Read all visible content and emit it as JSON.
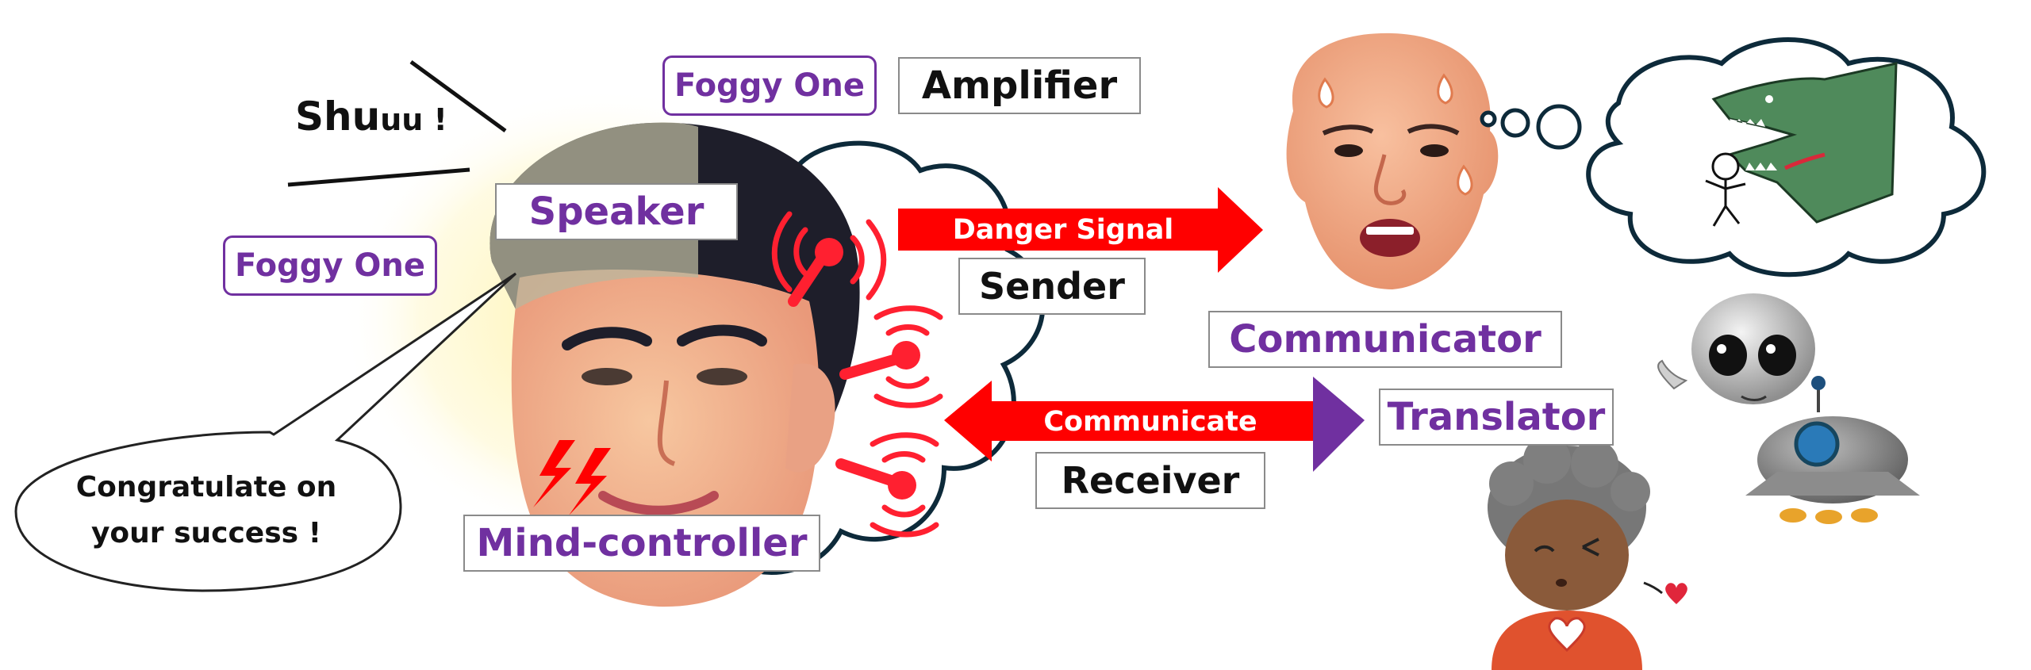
{
  "labels": {
    "foggy_one_top": "Foggy One",
    "amplifier": "Amplifier",
    "foggy_one_left": "Foggy One",
    "speaker": "Speaker",
    "mind_controller": "Mind-controller",
    "sender": "Sender",
    "receiver": "Receiver",
    "communicator": "Communicator",
    "translator": "Translator"
  },
  "arrows": {
    "danger_signal": "Danger Signal",
    "communicate": "Communicate"
  },
  "sound_effect": {
    "main": "Shu",
    "tail": "uu !"
  },
  "speech_bubble": {
    "line1": "Congratulate on",
    "line2": "your success !"
  },
  "colors": {
    "purple": "#7030a0",
    "red": "#ff0000",
    "cloud_outline": "#0d2a3a"
  }
}
